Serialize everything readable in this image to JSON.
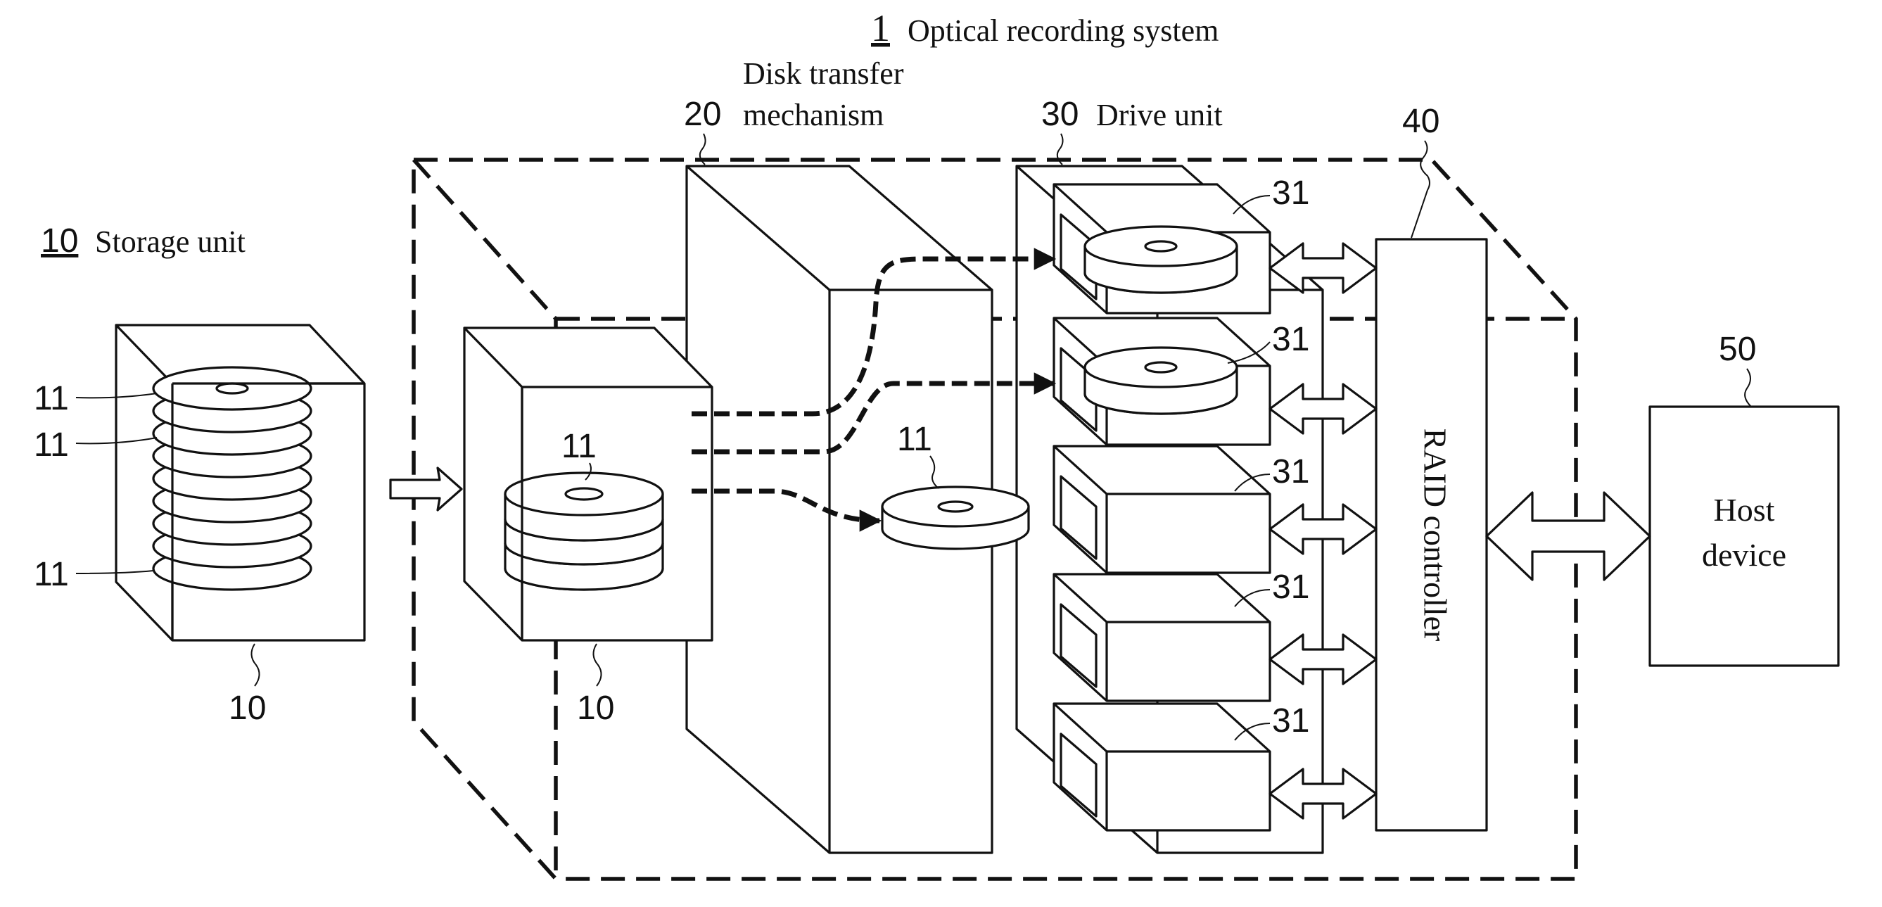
{
  "titles": {
    "system_num": "1",
    "system_label": "Optical recording system",
    "transfer_num": "20",
    "transfer_line1": "Disk transfer",
    "transfer_line2": "mechanism",
    "drive_num": "30",
    "drive_label": "Drive unit",
    "storage_num": "10",
    "storage_label": "Storage unit"
  },
  "refs": {
    "raid": "40",
    "host": "50",
    "storage": "10",
    "disk": "11",
    "drive": "31"
  },
  "blocks": {
    "raid": "RAID controller",
    "host_line1": "Host",
    "host_line2": "device"
  }
}
